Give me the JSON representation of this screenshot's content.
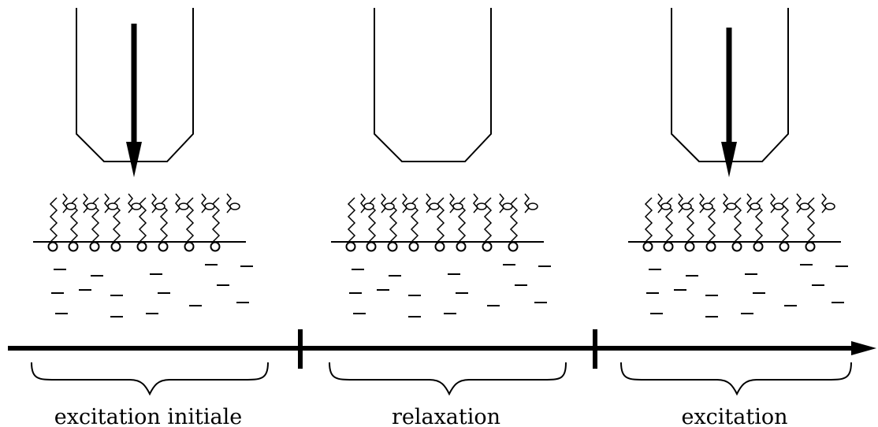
{
  "phases": [
    {
      "label": "excitation initiale",
      "excited": true
    },
    {
      "label": "relaxation",
      "excited": false
    },
    {
      "label": "excitation",
      "excited": true
    }
  ],
  "colors": {
    "ink": "#000000",
    "background": "#ffffff"
  }
}
